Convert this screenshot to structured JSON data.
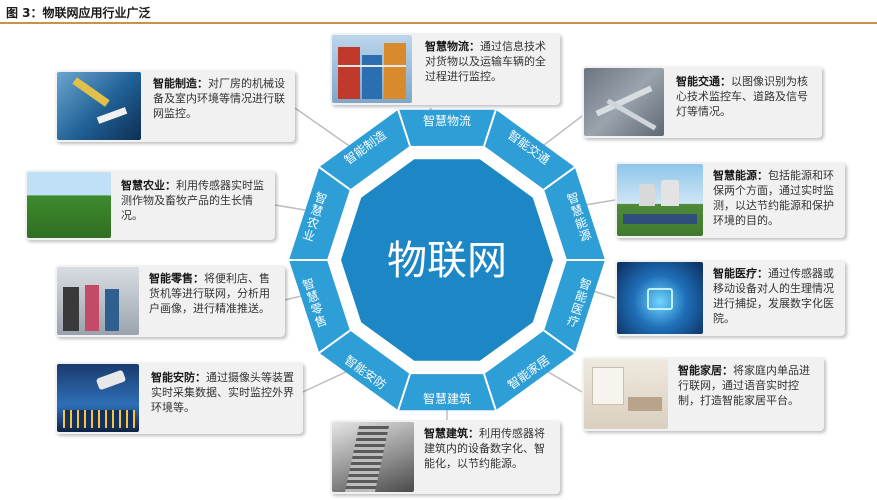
{
  "figure": {
    "title": "图 3：物联网应用行业广泛"
  },
  "hub": {
    "label": "物联网"
  },
  "segments": [
    {
      "key": "logistics",
      "label": "智慧物流",
      "vertical": false
    },
    {
      "key": "traffic",
      "label": "智能交通",
      "vertical": false
    },
    {
      "key": "energy",
      "label": "智慧能源",
      "vertical": true
    },
    {
      "key": "medical",
      "label": "智能医疗",
      "vertical": true
    },
    {
      "key": "home",
      "label": "智能家居",
      "vertical": false
    },
    {
      "key": "building",
      "label": "智慧建筑",
      "vertical": false
    },
    {
      "key": "security",
      "label": "智能安防",
      "vertical": false
    },
    {
      "key": "retail",
      "label": "智慧零售",
      "vertical": true
    },
    {
      "key": "agriculture",
      "label": "智慧农业",
      "vertical": true
    },
    {
      "key": "manufacturing",
      "label": "智能制造",
      "vertical": false
    }
  ],
  "cards": {
    "logistics": {
      "title": "智慧物流：",
      "text": "通过信息技术对货物以及运输车辆的全过程进行监控。"
    },
    "traffic": {
      "title": "智能交通：",
      "text": "以图像识别为核心技术监控车、道路及信号灯等情况。"
    },
    "energy": {
      "title": "智慧能源：",
      "text": "包括能源和环保两个方面，通过实时监测，以达节约能源和保护环境的目的。"
    },
    "medical": {
      "title": "智能医疗：",
      "text": "通过传感器或移动设备对人的生理情况进行捕捉，发展数字化医院。"
    },
    "home": {
      "title": "智能家居：",
      "text": "将家庭内单品进行联网，通过语音实时控制，打造智能家居平台。"
    },
    "building": {
      "title": "智慧建筑：",
      "text": "利用传感器将建筑内的设备数字化、智能化，以节约能源。"
    },
    "security": {
      "title": "智能安防：",
      "text": "通过摄像头等装置实时采集数据、实时监控外界环境等。"
    },
    "retail": {
      "title": "智能零售：",
      "text": "将便利店、售货机等进行联网，分析用户画像，进行精准推送。"
    },
    "agriculture": {
      "title": "智慧农业：",
      "text": "利用传感器实时监测作物及畜牧产品的生长情况。"
    },
    "manufacturing": {
      "title": "智能制造：",
      "text": "对厂房的机械设备及室内环境等情况进行联网监控。"
    }
  },
  "colors": {
    "ring": "#2e9ed7",
    "ring_inner": "#1d87c6",
    "separator": "#ffffff",
    "connector": "#bdbdbd",
    "card_bg": "#f1f1f1",
    "title_rule": "#c8924a"
  }
}
